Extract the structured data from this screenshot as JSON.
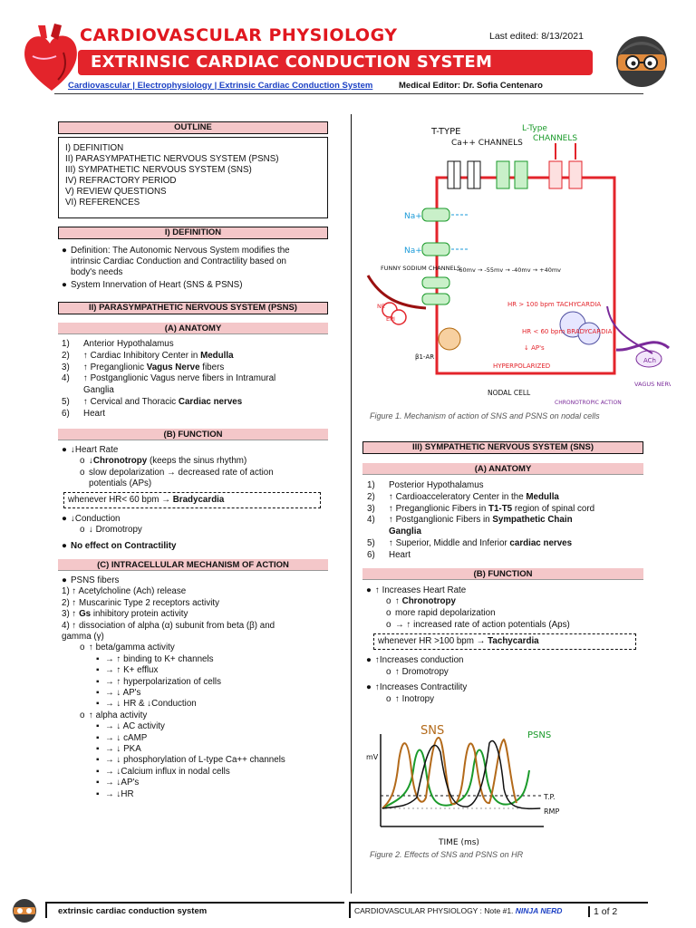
{
  "header": {
    "course_title": "CARDIOVASCULAR PHYSIOLOGY",
    "topic_title": "EXTRINSIC CARDIAC CONDUCTION SYSTEM",
    "last_edited": "Last edited: 8/13/2021",
    "breadcrumb": "Cardiovascular | Electrophysiology | Extrinsic Cardiac Conduction System",
    "medical_editor": "Medical Editor: Dr. Sofia Centenaro"
  },
  "outline": {
    "heading": "OUTLINE",
    "items": [
      "I) DEFINITION",
      "II) PARASYMPATHETIC NERVOUS SYSTEM (PSNS)",
      "III) SYMPATHETIC NERVOUS SYSTEM (SNS)",
      "IV) REFRACTORY PERIOD",
      "V) REVIEW QUESTIONS",
      "VI) REFERENCES"
    ]
  },
  "definition": {
    "heading": "I) DEFINITION",
    "b1": "Definition: The Autonomic Nervous System modifies the",
    "b1b": "intrinsic Cardiac Conduction and Contractility based on",
    "b1c": "body's needs",
    "b2": "System Innervation of Heart (SNS & PSNS)"
  },
  "psns": {
    "heading": "II) PARASYMPATHETIC NERVOUS SYSTEM (PSNS)",
    "anatomy_heading": "(A) ANATOMY",
    "anatomy": [
      {
        "n": "1)",
        "pre": "Anterior Hypothalamus",
        "bold": "",
        "post": ""
      },
      {
        "n": "2)",
        "pre": "↑ Cardiac Inhibitory Center in ",
        "bold": "Medulla",
        "post": ""
      },
      {
        "n": "3)",
        "pre": "↑ Preganglionic ",
        "bold": "Vagus Nerve",
        "post": " fibers"
      },
      {
        "n": "4)",
        "pre": "↑ Postganglionic Vagus nerve fibers in Intramural",
        "bold": "",
        "post": ""
      },
      {
        "n": "",
        "pre": "Ganglia",
        "bold": "",
        "post": ""
      },
      {
        "n": "5)",
        "pre": "↑ Cervical and Thoracic ",
        "bold": "Cardiac nerves",
        "post": ""
      },
      {
        "n": "6)",
        "pre": "Heart",
        "bold": "",
        "post": ""
      }
    ],
    "function_heading": "(B) FUNCTION",
    "hr": "↓Heart Rate",
    "chrono_bold": "↓Chronotropy",
    "chrono_rest": " (keeps the sinus rhythm)",
    "slow_dep": "slow depolarization → decreased rate of action",
    "slow_dep2": "potentials (APs)",
    "brady_pre": "whenever HR< 60 bpm → ",
    "brady_bold": "Bradycardia",
    "conduction": "↓Conduction",
    "dromo": "↓ Dromotropy",
    "contractility": "No effect on Contractility",
    "mech_heading": "(C)  INTRACELLULAR MECHANISM OF ACTION",
    "mech": [
      "PSNS fibers",
      "1)  ↑ Acetylcholine (Ach) release",
      "2)  ↑ Muscarinic Type 2 receptors activity",
      "3)  ↑ Gs inhibitory protein activity",
      "4)  ↑ dissociation of alpha (α) subunit from beta (β) and",
      "gamma (γ)",
      "↑ beta/gamma activity",
      "→ ↑ binding to K+ channels",
      "→ ↑ K+ efflux",
      "→ ↑ hyperpolarization of cells",
      "→ ↓ AP's",
      "→ ↓ HR & ↓Conduction",
      "↑ alpha activity",
      "→ ↓ AC activity",
      "→ ↓ cAMP",
      "→ ↓ PKA",
      "→ ↓ phosphorylation of L-type Ca++ channels",
      "→ ↓Calcium influx in nodal cells",
      "→ ↓AP's",
      "→ ↓HR"
    ]
  },
  "figure1": {
    "caption": "Figure 1. Mechanism  of action of SNS and PSNS on nodal cells",
    "labels": {
      "ttype": "T-TYPE",
      "ttype2": "Ca++ CHANNELS",
      "ltype": "L-Type",
      "ltype2": "CHANNELS",
      "na1": "Na+",
      "na2": "Na+",
      "funny": "FUNNY SODIUM CHANNELS",
      "rmp": "-60mv → -55mv → -40mv → +40mv",
      "nodal": "NODAL CELL",
      "vagus": "VAGUS NERVE",
      "ach": "ACh",
      "ne": "NE",
      "epi": "EPI",
      "hr100": "HR > 100 bpm TACHYCARDIA",
      "hr60": "HR < 60 bpm BRADYCARDIA",
      "hyper": "HYPERPOLARIZED",
      "chrono": "CHRONOTROPIC ACTION",
      "bar": "β1-AR",
      "aps": "↓ AP's"
    }
  },
  "sns": {
    "heading": "III) SYMPATHETIC NERVOUS SYSTEM (SNS)",
    "anatomy_heading": "(A) ANATOMY",
    "anatomy": [
      {
        "n": "1)",
        "pre": "Posterior Hypothalamus",
        "bold": "",
        "post": ""
      },
      {
        "n": "2)",
        "pre": "↑ Cardioacceleratory Center in the ",
        "bold": "Medulla",
        "post": ""
      },
      {
        "n": "3)",
        "pre": "↑ Preganglionic Fibers in ",
        "bold": "T1-T5",
        "post": " region of spinal cord"
      },
      {
        "n": "4)",
        "pre": "↑ Postganglionic Fibers in ",
        "bold": "Sympathetic Chain",
        "post": ""
      },
      {
        "n": "",
        "pre": "",
        "bold": "Ganglia",
        "post": ""
      },
      {
        "n": "5)",
        "pre": "↑ Superior, Middle and Inferior ",
        "bold": "cardiac nerves",
        "post": ""
      },
      {
        "n": "6)",
        "pre": "Heart",
        "bold": "",
        "post": ""
      }
    ],
    "function_heading": "(B) FUNCTION",
    "hr": "↑ Increases Heart Rate",
    "chrono": "↑ Chronotropy",
    "rapid": "more rapid depolarization",
    "rate": "→ ↑ increased rate of action potentials (Aps)",
    "tachy_pre": "whenever HR >100 bpm → ",
    "tachy_bold": "Tachycardia",
    "conduction": "↑Increases conduction",
    "dromo": "↑ Dromotropy",
    "contract": "↑Increases Contractility",
    "ino": "↑ Inotropy"
  },
  "figure2": {
    "caption": "Figure 2. Effects of SNS and PSNS on HR",
    "sns_label": "SNS",
    "psns_label": "PSNS",
    "ylabel": "mV",
    "xlabel": "TIME (ms)",
    "tp": "T.P.",
    "rmp": "RMP"
  },
  "footer": {
    "left": "extrinsic cardiac conduction system",
    "right": "CARDIOVASCULAR PHYSIOLOGY : Note #1.",
    "brand": "NINJA NERD",
    "page": "1 of 2"
  }
}
